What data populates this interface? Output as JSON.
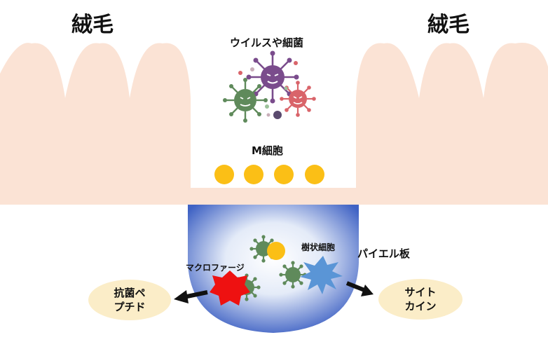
{
  "labels": {
    "villi_left": "絨毛",
    "villi_right": "絨毛",
    "pathogens": "ウイルスや細菌",
    "m_cell": "M細胞",
    "dendritic_cell": "樹状細胞",
    "peyer_patch": "パイエル板",
    "macrophage": "マクロファージ",
    "antimicrobial_peptide_line1": "抗菌ペ",
    "antimicrobial_peptide_line2": "プチド",
    "cytokine_line1": "サイト",
    "cytokine_line2": "カイン"
  },
  "colors": {
    "villi": "#fbe3d5",
    "m_cell": "#fbbf16",
    "peyer_center": "#ffffff",
    "peyer_edge": "#3f62c4",
    "macrophage": "#ee1111",
    "dendritic": "#5a95d6",
    "pill": "#fbedc8",
    "virus_purple": "#7a4c8c",
    "virus_green": "#5f8a5b",
    "virus_red": "#d9646a"
  }
}
